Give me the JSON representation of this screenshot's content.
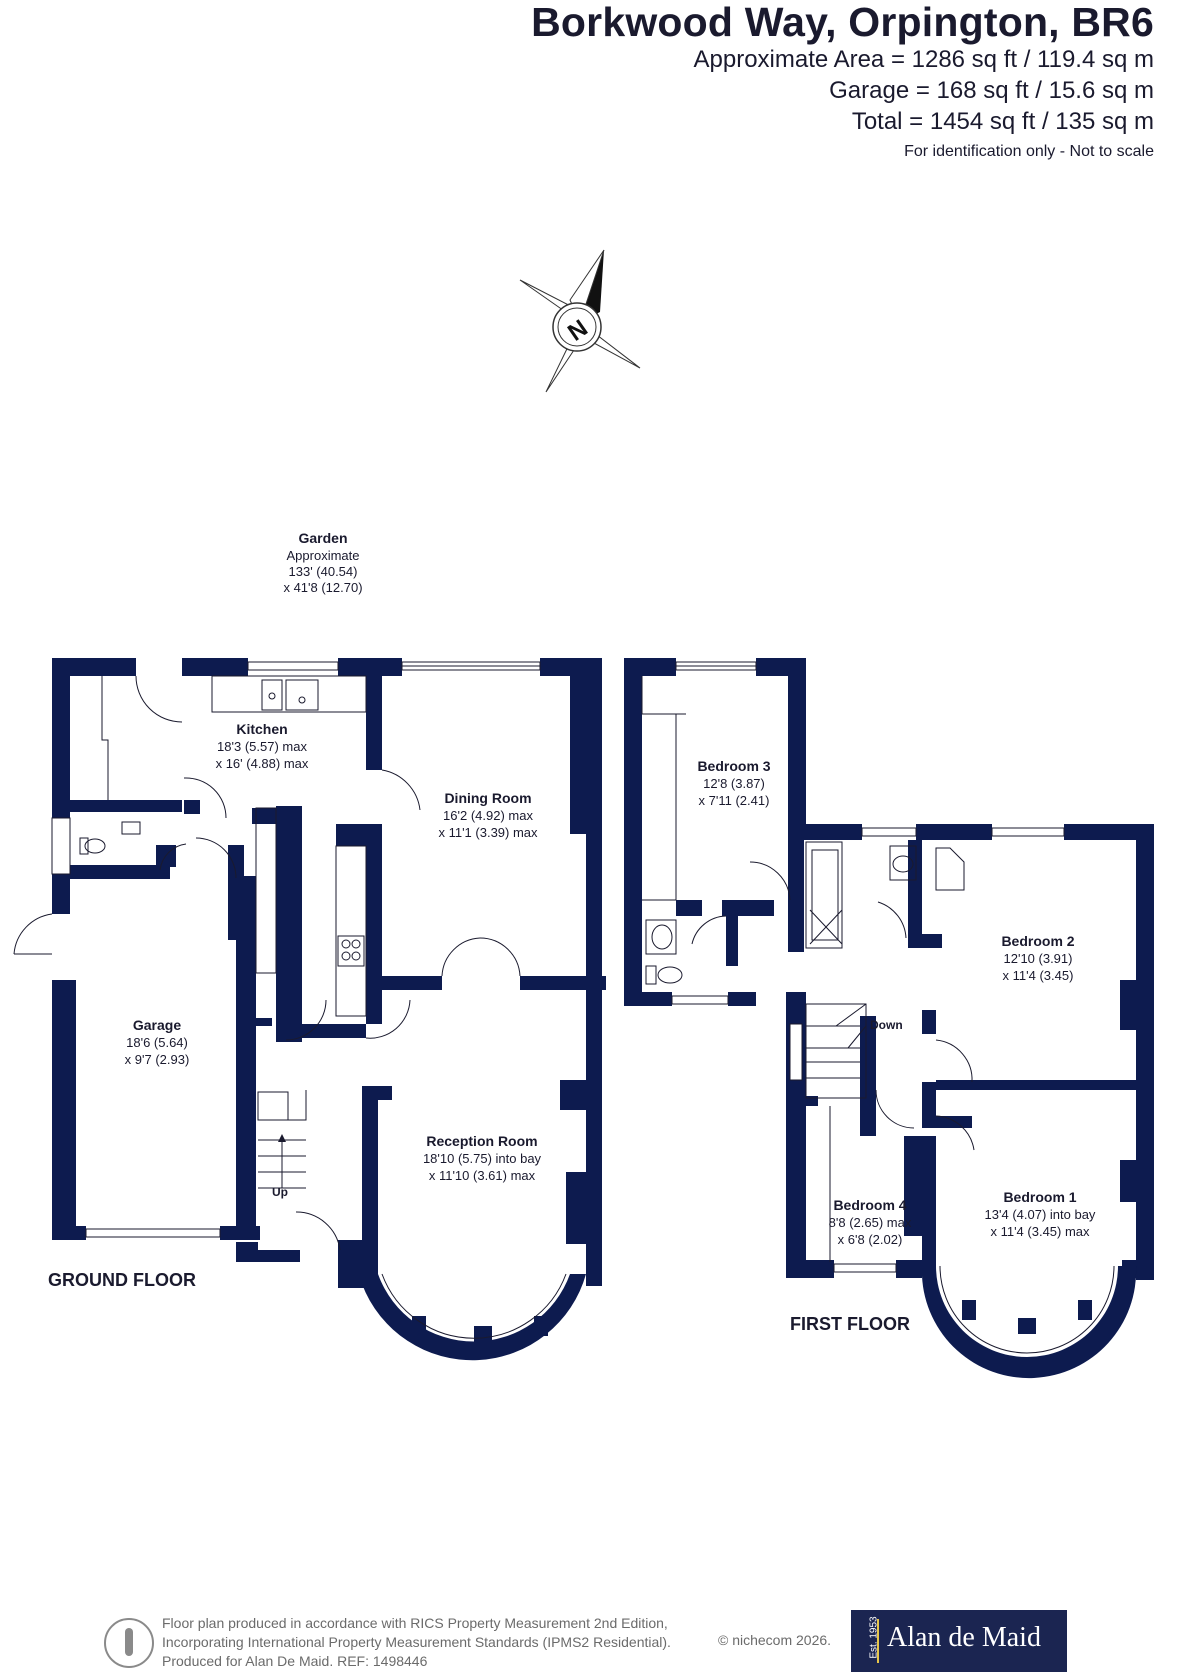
{
  "header": {
    "title": "Borkwood Way, Orpington, BR6",
    "area_lines": [
      "Approximate Area = 1286 sq ft / 119.4 sq m",
      "Garage = 168 sq ft / 15.6 sq m",
      "Total = 1454 sq ft / 135 sq m"
    ],
    "disclaimer": "For identification only - Not to scale"
  },
  "compass": {
    "letter": "N"
  },
  "garden": {
    "name": "Garden",
    "lines": [
      "Approximate",
      "133' (40.54)",
      "x 41'8 (12.70)"
    ]
  },
  "ground_floor": {
    "label": "GROUND FLOOR",
    "rooms": {
      "kitchen": {
        "name": "Kitchen",
        "dim1": "18'3 (5.57) max",
        "dim2": "x 16' (4.88) max"
      },
      "dining": {
        "name": "Dining Room",
        "dim1": "16'2 (4.92) max",
        "dim2": "x 11'1 (3.39) max"
      },
      "garage": {
        "name": "Garage",
        "dim1": "18'6 (5.64)",
        "dim2": "x 9'7 (2.93)"
      },
      "reception": {
        "name": "Reception Room",
        "dim1": "18'10 (5.75) into bay",
        "dim2": "x 11'10 (3.61) max"
      }
    },
    "stairs_label": "Up"
  },
  "first_floor": {
    "label": "FIRST FLOOR",
    "rooms": {
      "bedroom3": {
        "name": "Bedroom 3",
        "dim1": "12'8 (3.87)",
        "dim2": "x 7'11 (2.41)"
      },
      "bedroom2": {
        "name": "Bedroom 2",
        "dim1": "12'10 (3.91)",
        "dim2": "x 11'4 (3.45)"
      },
      "bedroom4": {
        "name": "Bedroom 4",
        "dim1": "8'8 (2.65) max",
        "dim2": "x 6'8 (2.02)"
      },
      "bedroom1": {
        "name": "Bedroom 1",
        "dim1": "13'4 (4.07) into bay",
        "dim2": "x 11'4 (3.45) max"
      }
    },
    "stairs_label": "Down"
  },
  "footer": {
    "lines": [
      "Floor plan produced in accordance with RICS Property Measurement 2nd Edition,",
      "Incorporating International Property Measurement Standards (IPMS2 Residential).",
      "Produced for Alan De Maid.   REF: 1498446"
    ],
    "copyright": "© nichecom 2026.",
    "brand": {
      "est": "Est. 1953",
      "name": "Alan de Maid"
    }
  },
  "colors": {
    "wall": "#0d1b4f",
    "text": "#1a1a2e",
    "brand_bg": "#1b2551"
  }
}
